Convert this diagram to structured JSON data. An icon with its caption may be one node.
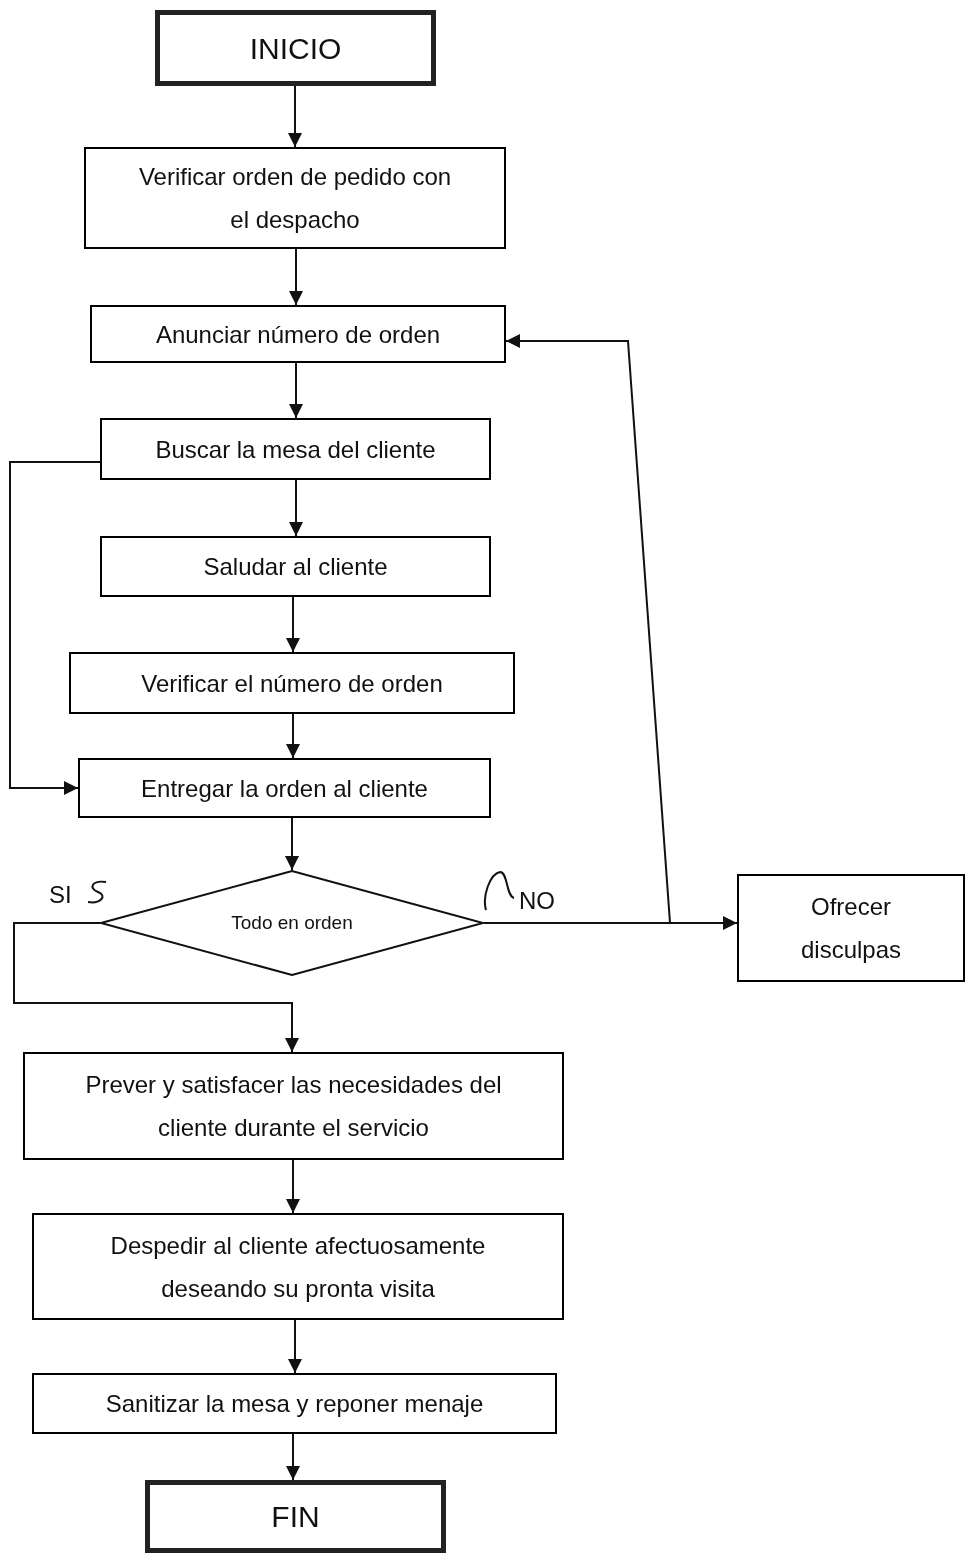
{
  "diagram": {
    "nodes": [
      {
        "text": [
          "INICIO"
        ]
      },
      {
        "text": [
          "Verificar orden de pedido con el despacho"
        ]
      },
      {
        "text": [
          "Anunciar número de orden"
        ]
      },
      {
        "text": [
          "Buscar la mesa del cliente"
        ]
      },
      {
        "text": [
          "Saludar al cliente"
        ]
      },
      {
        "text": [
          "Verificar el número de orden"
        ]
      },
      {
        "text": [
          "Entregar la orden al cliente"
        ]
      },
      {
        "text": [
          "Todo en orden"
        ]
      },
      {
        "text": [
          "Ofrecer disculpas"
        ]
      },
      {
        "text": [
          "Prever y satisfacer las necesidades del cliente durante el servicio"
        ]
      },
      {
        "text": [
          "Despedir al cliente afectuosamente deseando su pronta visita"
        ]
      },
      {
        "text": [
          "Sanitizar la mesa y reponer menaje"
        ]
      },
      {
        "text": [
          "FIN"
        ]
      }
    ],
    "edges": [
      {
        "from": 0,
        "to": 1,
        "arrow": "to"
      },
      {
        "from": 1,
        "to": 2,
        "arrow": "to"
      },
      {
        "from": 2,
        "to": 3,
        "arrow": "to"
      },
      {
        "from": 3,
        "to": 4,
        "arrow": "to"
      },
      {
        "from": 4,
        "to": 5,
        "arrow": "to"
      },
      {
        "from": 5,
        "to": 6,
        "arrow": "to"
      },
      {
        "from": 6,
        "to": 7,
        "arrow": "to"
      },
      {
        "from": 7,
        "to": 9,
        "arrow": "to",
        "label": "SI"
      },
      {
        "from": 7,
        "to": 8,
        "arrow": "to",
        "label": "NO"
      },
      {
        "from": 7,
        "to": 2,
        "arrow": "to"
      },
      {
        "from": 3,
        "to": 6,
        "arrow": "to"
      },
      {
        "from": 9,
        "to": 10,
        "arrow": "to"
      },
      {
        "from": 10,
        "to": 11,
        "arrow": "to"
      },
      {
        "from": 11,
        "to": 12,
        "arrow": "to"
      }
    ]
  }
}
